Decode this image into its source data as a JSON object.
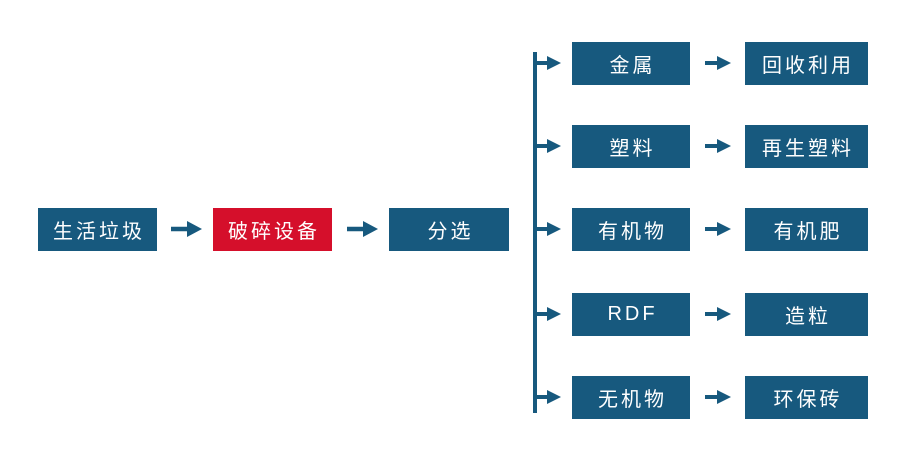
{
  "colors": {
    "blue": "#17597E",
    "red": "#D50F2B",
    "background": "#FFFFFF"
  },
  "diagram": {
    "type": "flowchart",
    "description": "Household waste processing flow",
    "main_chain": [
      {
        "label": "生活垃圾",
        "color": "blue"
      },
      {
        "label": "破碎设备",
        "color": "red"
      },
      {
        "label": "分选",
        "color": "blue"
      }
    ],
    "branches": [
      {
        "material": "金属",
        "output": "回收利用"
      },
      {
        "material": "塑料",
        "output": "再生塑料"
      },
      {
        "material": "有机物",
        "output": "有机肥"
      },
      {
        "material": "RDF",
        "output": "造粒"
      },
      {
        "material": "无机物",
        "output": "环保砖"
      }
    ]
  }
}
